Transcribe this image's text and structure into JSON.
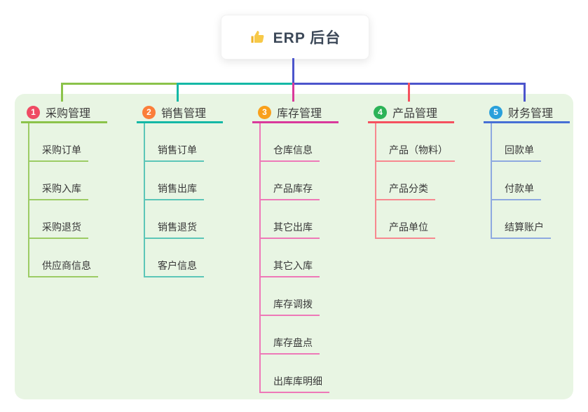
{
  "root": {
    "label": "ERP 后台",
    "icon": "thumbs-up",
    "stem_color": "#4c55cc"
  },
  "panel": {
    "background": "#e8f5e3"
  },
  "branches": [
    {
      "id": "purchase",
      "badge": "1",
      "label": "采购管理",
      "badge_color": "#ef4b63",
      "line_color": "#8bc34a",
      "child_line_color": "#9ccc65",
      "children": [
        "采购订单",
        "采购入库",
        "采购退货",
        "供应商信息"
      ]
    },
    {
      "id": "sales",
      "badge": "2",
      "label": "销售管理",
      "badge_color": "#fb7e3a",
      "line_color": "#14b8a6",
      "child_line_color": "#5cc6b8",
      "children": [
        "销售订单",
        "销售出库",
        "销售退货",
        "客户信息"
      ]
    },
    {
      "id": "inventory",
      "badge": "3",
      "label": "库存管理",
      "badge_color": "#f9a01b",
      "line_color": "#d9399b",
      "child_line_color": "#ee79b8",
      "children": [
        "仓库信息",
        "产品库存",
        "其它出库",
        "其它入库",
        "库存调拨",
        "库存盘点",
        "出库库明细"
      ]
    },
    {
      "id": "product",
      "badge": "4",
      "label": "产品管理",
      "badge_color": "#2cb357",
      "line_color": "#f5515f",
      "child_line_color": "#f7888f",
      "children": [
        "产品（物料）",
        "产品分类",
        "产品单位"
      ]
    },
    {
      "id": "finance",
      "badge": "5",
      "label": "财务管理",
      "badge_color": "#29a0db",
      "line_color": "#466fd5",
      "child_line_color": "#8ea9e0",
      "children": [
        "回款单",
        "付款单",
        "结算账户"
      ]
    }
  ]
}
